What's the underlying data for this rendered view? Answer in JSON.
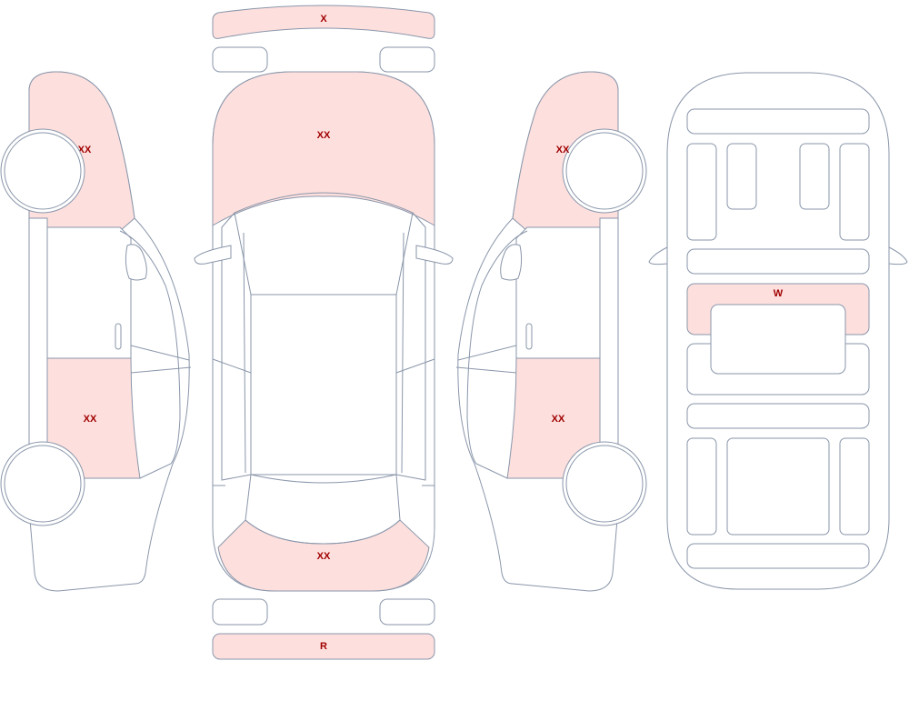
{
  "colors": {
    "damage_fill": "#fde0de",
    "outline": "#8a96aa",
    "label": "#a00000"
  },
  "labels": {
    "front_bumper": "X",
    "hood": "XX",
    "tailgate": "XX",
    "rear_bumper": "R",
    "left_front_fender": "XX",
    "left_rear_door": "XX",
    "right_front_fender": "XX",
    "right_rear_door": "XX",
    "windshield_area": "W"
  }
}
